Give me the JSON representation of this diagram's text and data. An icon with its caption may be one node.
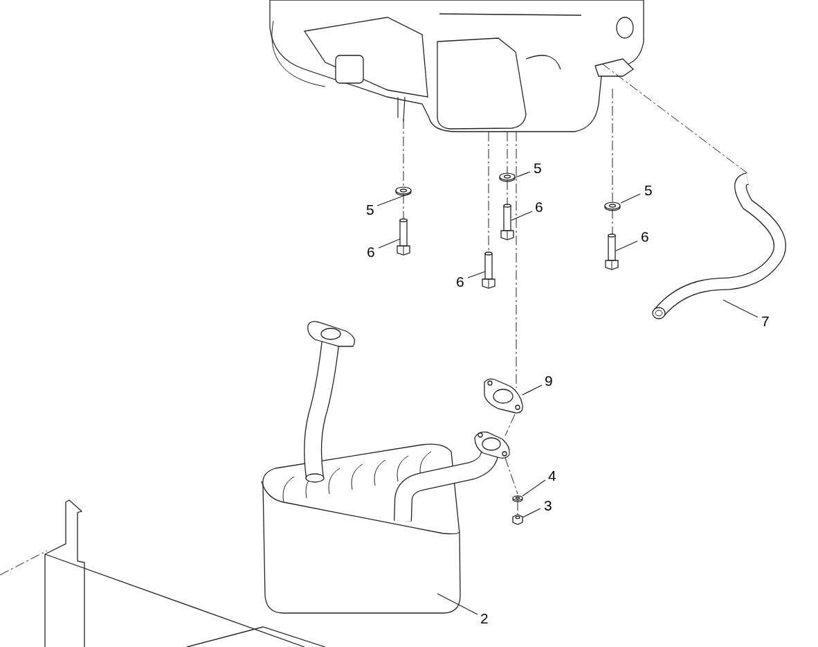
{
  "diagram": {
    "nodes": [
      {
        "text": [
          "5"
        ]
      },
      {
        "text": [],
        "shape": "picture"
      },
      {
        "text": [
          "5"
        ]
      },
      {
        "text": [],
        "shape": "picture"
      },
      {
        "text": [
          "5"
        ]
      },
      {
        "text": [],
        "shape": "picture"
      },
      {
        "text": [
          "6"
        ]
      },
      {
        "text": [],
        "shape": "picture"
      },
      {
        "text": [
          "6"
        ]
      },
      {
        "text": [],
        "shape": "picture"
      },
      {
        "text": [
          "6"
        ]
      },
      {
        "text": [],
        "shape": "picture"
      },
      {
        "text": [
          "6"
        ]
      },
      {
        "text": [],
        "shape": "picture"
      },
      {
        "text": [
          "7"
        ]
      },
      {
        "text": [],
        "shape": "picture"
      },
      {
        "text": [
          "9"
        ]
      },
      {
        "text": [],
        "shape": "picture"
      },
      {
        "text": [
          "4"
        ]
      },
      {
        "text": [],
        "shape": "picture"
      },
      {
        "text": [
          "3"
        ]
      },
      {
        "text": [],
        "shape": "picture"
      },
      {
        "text": [
          "2"
        ]
      },
      {
        "text": [],
        "shape": "picture"
      },
      {
        "text": [],
        "shape": "picture"
      },
      {
        "text": [],
        "shape": "picture"
      }
    ],
    "edges": [
      {
        "from": 0,
        "to": 1,
        "arrow": "none"
      },
      {
        "from": 2,
        "to": 3,
        "arrow": "none"
      },
      {
        "from": 4,
        "to": 5,
        "arrow": "none"
      },
      {
        "from": 6,
        "to": 7,
        "arrow": "none"
      },
      {
        "from": 8,
        "to": 9,
        "arrow": "none"
      },
      {
        "from": 10,
        "to": 11,
        "arrow": "none"
      },
      {
        "from": 12,
        "to": 13,
        "arrow": "none"
      },
      {
        "from": 14,
        "to": 15,
        "arrow": "none"
      },
      {
        "from": 16,
        "to": 17,
        "arrow": "none"
      },
      {
        "from": 18,
        "to": 19,
        "arrow": "none"
      },
      {
        "from": 20,
        "to": 21,
        "arrow": "none"
      },
      {
        "from": 22,
        "to": 23,
        "arrow": "none"
      },
      {
        "from": 24,
        "to": 5,
        "arrow": "none",
        "style": "dashed"
      },
      {
        "from": 5,
        "to": 11,
        "arrow": "none",
        "style": "dashed"
      },
      {
        "from": 24,
        "to": 13,
        "arrow": "none",
        "style": "dashed"
      },
      {
        "from": 24,
        "to": 1,
        "arrow": "none",
        "style": "dashed"
      },
      {
        "from": 1,
        "to": 7,
        "arrow": "none",
        "style": "dashed"
      },
      {
        "from": 24,
        "to": 17,
        "arrow": "none",
        "style": "dashed"
      },
      {
        "from": 17,
        "to": 23,
        "arrow": "none",
        "style": "dashed"
      },
      {
        "from": 23,
        "to": 19,
        "arrow": "none",
        "style": "dashed"
      },
      {
        "from": 19,
        "to": 21,
        "arrow": "none",
        "style": "dashed"
      },
      {
        "from": 24,
        "to": 15,
        "arrow": "none",
        "style": "dashed"
      },
      {
        "from": 24,
        "to": 3,
        "arrow": "none",
        "style": "dashed"
      },
      {
        "from": 3,
        "to": 9,
        "arrow": "none",
        "style": "dashed"
      },
      {
        "from": null,
        "to": 25,
        "arrow": "none",
        "style": "dashed"
      }
    ]
  }
}
